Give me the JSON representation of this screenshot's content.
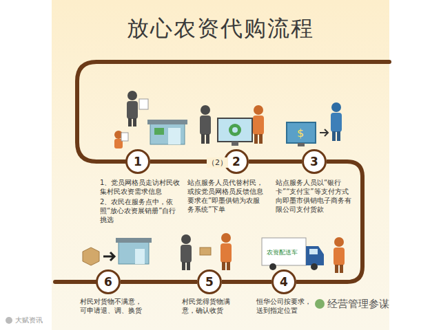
{
  "diagram": {
    "title": "放心农资代购流程",
    "nodes": [
      {
        "text": [
          "1",
          "1、党员网格员走访村民收集村民农资需求信息",
          "2、农民在服务点中，依照“放心农资展销册”自行挑选"
        ]
      },
      {
        "text": [
          "2",
          "站点服务人员代替村民，或按党员网格员反馈信息要求在“即墨供销为农服务系统”下单"
        ]
      },
      {
        "text": [
          "3",
          "站点服务人员以“银行卡”“支付宝”等支付方式向即墨市供销电子商务有限公司支付货款"
        ]
      },
      {
        "text": [
          "4",
          "恒华公司按要求，送到指定位置"
        ]
      },
      {
        "text": [
          "5",
          "村民觉得货物满意，确认收货"
        ]
      },
      {
        "text": [
          "6",
          "村民对货物不满意，可申请退、调、换货"
        ]
      }
    ],
    "edges": [
      {
        "from": 0,
        "to": 1,
        "arrow": "none"
      },
      {
        "from": 1,
        "to": 2,
        "arrow": "none"
      },
      {
        "from": 2,
        "to": 3,
        "arrow": "none"
      },
      {
        "from": 3,
        "to": 4,
        "arrow": "none"
      },
      {
        "from": 4,
        "to": 5,
        "arrow": "none"
      }
    ],
    "labels": [
      "（2）",
      "$",
      "农资配送车",
      "经营管理参谋",
      "大赋资讯"
    ]
  }
}
